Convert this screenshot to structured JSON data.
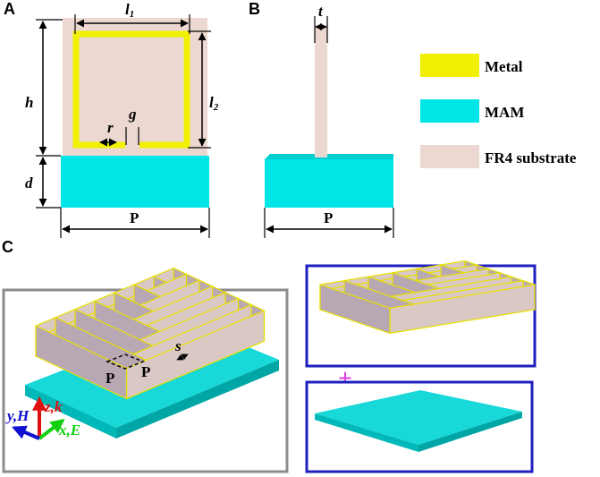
{
  "panels": {
    "a": "A",
    "b": "B",
    "c": "C"
  },
  "dims": {
    "l1": "l",
    "l1_sub": "1",
    "l2": "l",
    "l2_sub": "2",
    "h": "h",
    "d": "d",
    "r": "r",
    "g": "g",
    "t": "t",
    "P": "P"
  },
  "legend": [
    {
      "label": "Metal",
      "color": "#f0f000"
    },
    {
      "label": "MAM",
      "color": "#00e5e5"
    },
    {
      "label": "FR4 substrate",
      "color": "#ecd8d0"
    }
  ],
  "panel_c": {
    "s_label": "s",
    "p_label": "P",
    "axis_z": "z,k",
    "axis_y": "y,H",
    "axis_x": "x,E",
    "plus": "+"
  },
  "colors": {
    "metal": "#f0f000",
    "mam": "#00e5e5",
    "fr4": "#ecd8d0",
    "frame_gray": "#8c8c8c",
    "frame_blue": "#1f1fbf",
    "plus": "#e040e0",
    "axis_red": "#e01010",
    "axis_green": "#10d010",
    "axis_blue": "#1010d0"
  }
}
